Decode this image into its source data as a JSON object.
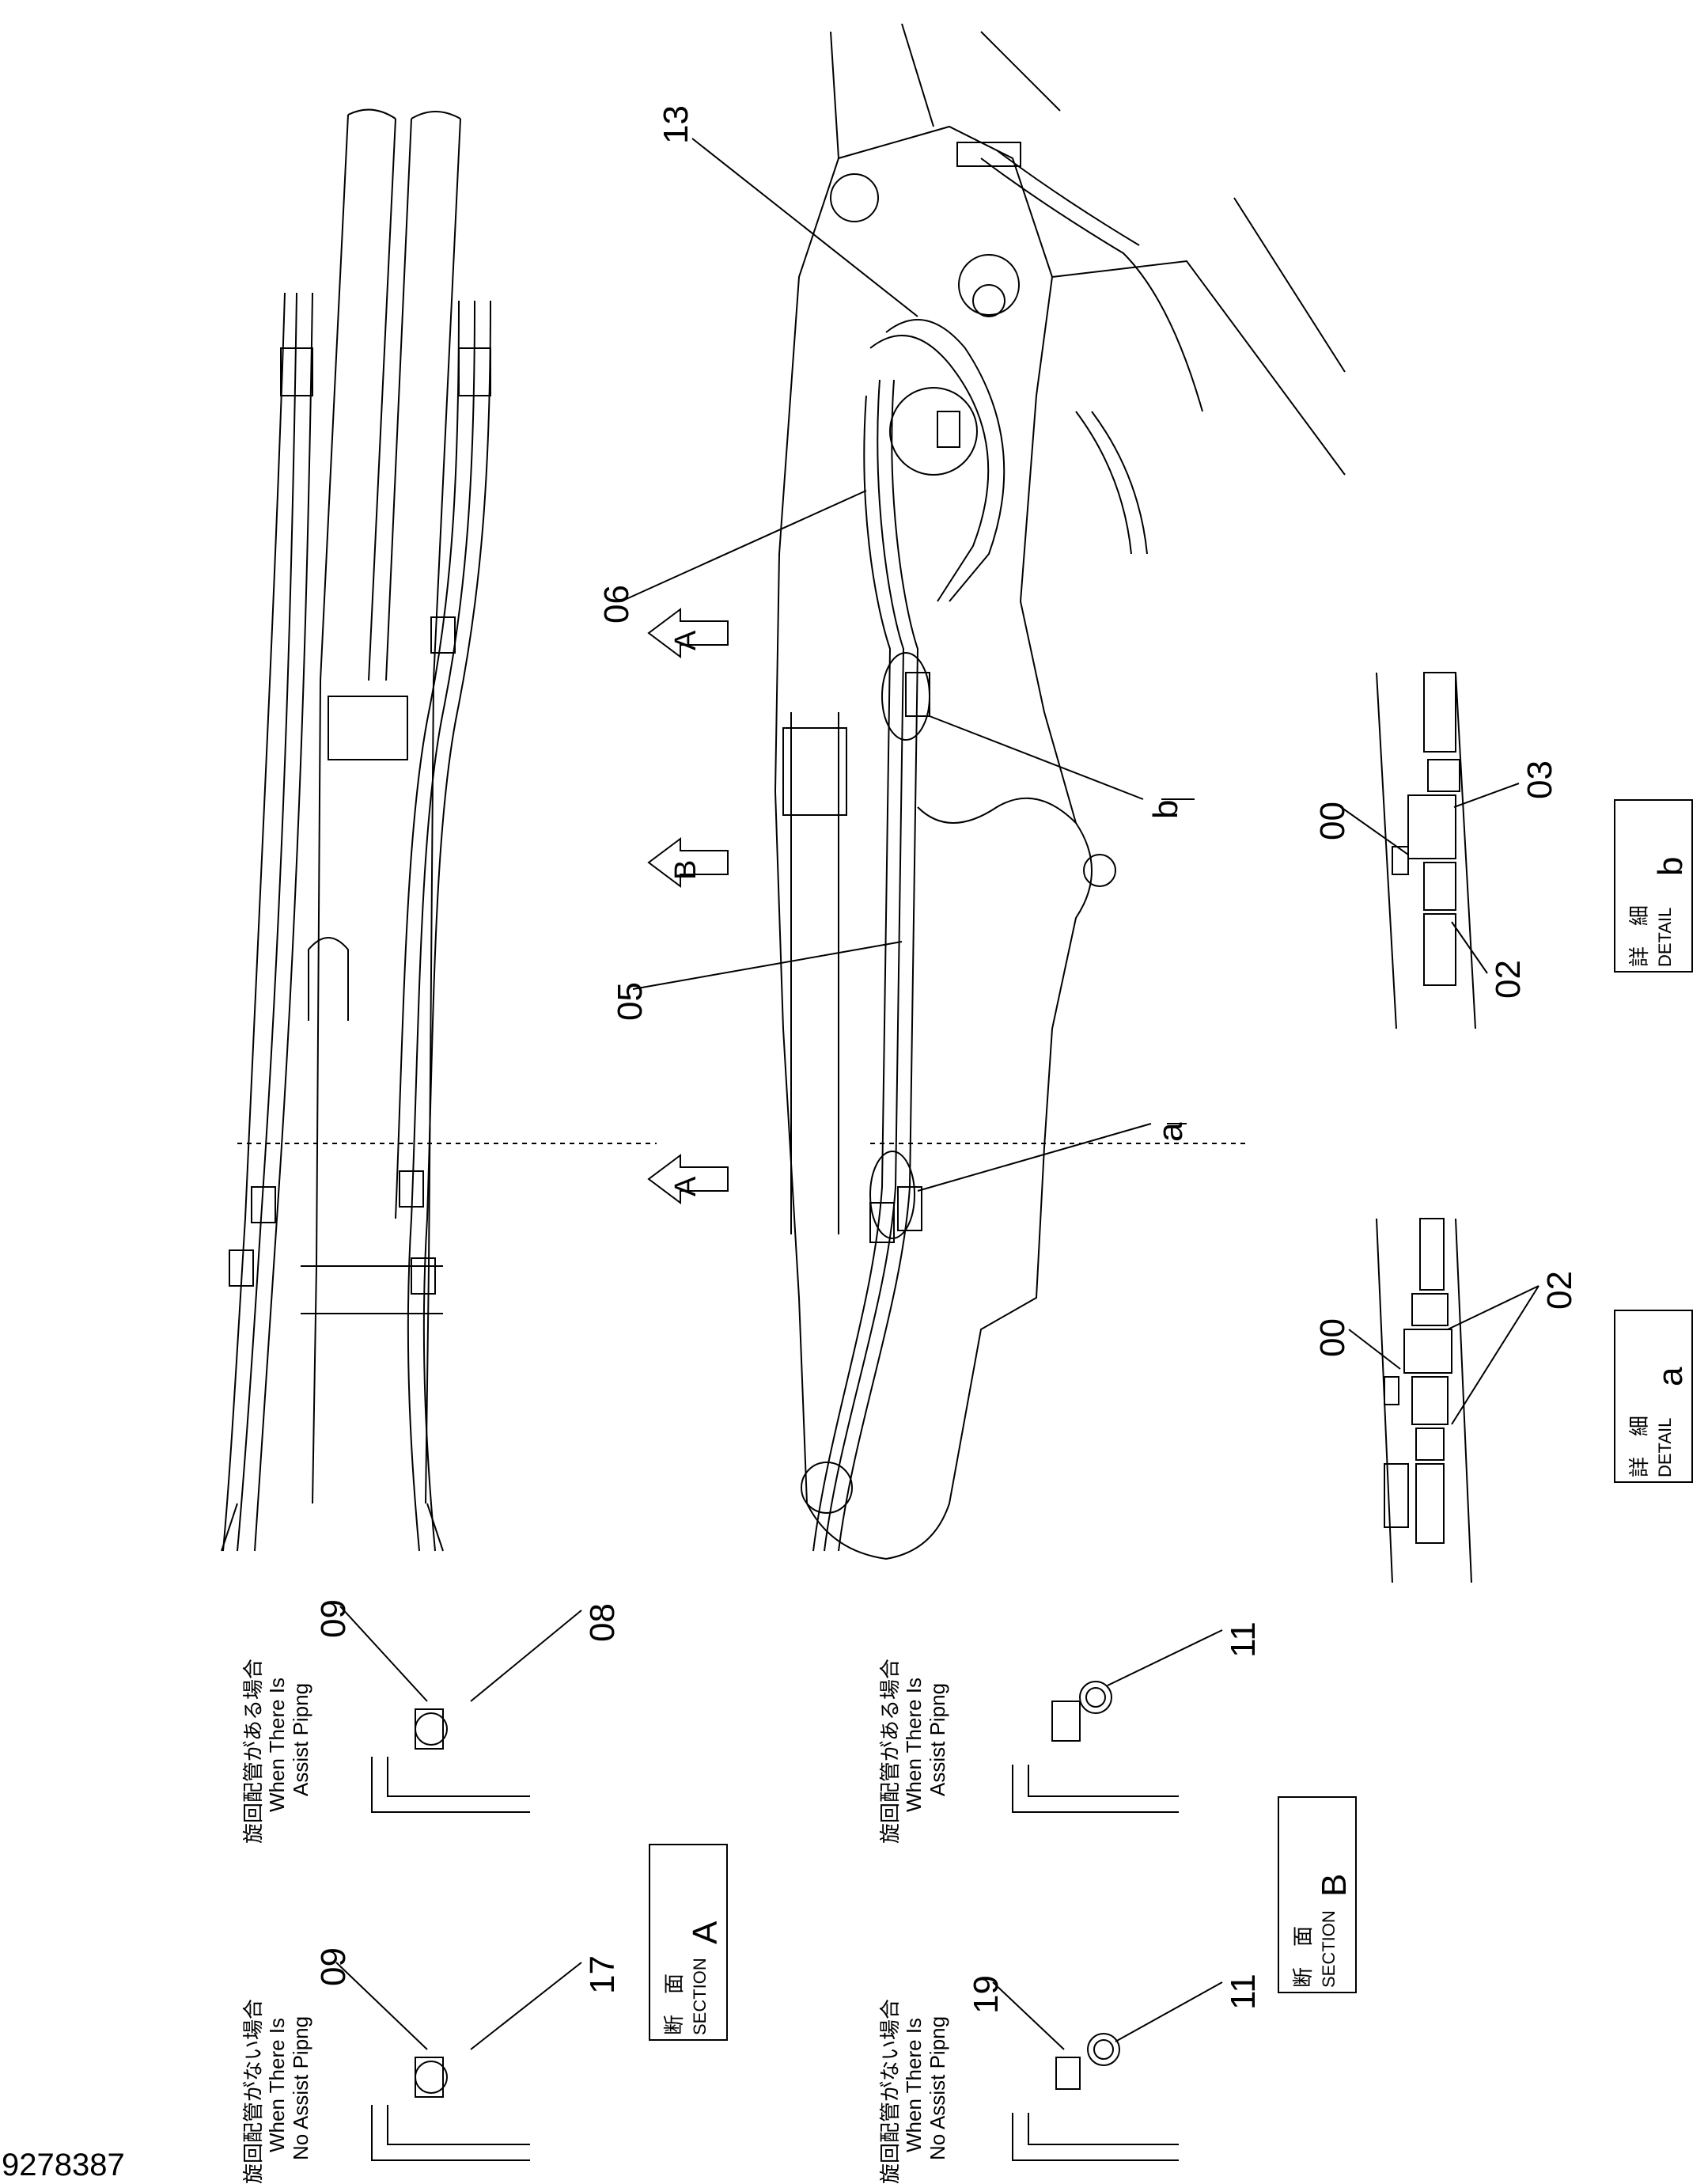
{
  "drawing_number": "9278387",
  "callouts": {
    "c13": "13",
    "c06": "06",
    "c05": "05",
    "det_a_leader": "a",
    "det_b_leader": "b",
    "det_a_00": "00",
    "det_a_02": "02",
    "det_b_00": "00",
    "det_b_02": "02",
    "det_b_03": "03",
    "secA_with_09": "09",
    "secA_with_08": "08",
    "secA_without_09": "09",
    "secA_without_17": "17",
    "secB_with_11": "11",
    "secB_without_19": "19",
    "secB_without_11": "11"
  },
  "view_arrows": {
    "arrow_a_upper": "A",
    "arrow_b": "B",
    "arrow_a_lower": "A"
  },
  "detail_a": {
    "jp": "詳　細",
    "en": "DETAIL",
    "letter": "a"
  },
  "detail_b": {
    "jp": "詳　細",
    "en": "DETAIL",
    "letter": "b"
  },
  "section_a": {
    "jp": "断　面",
    "en": "SECTION",
    "letter": "A"
  },
  "section_b": {
    "jp": "断　面",
    "en": "SECTION",
    "letter": "B"
  },
  "notes": {
    "with_assist_jp": "旋回配管がある場合",
    "with_assist_en1": "When There Is",
    "with_assist_en2": "Assist Pipng",
    "without_assist_jp": "旋回配管がない場合",
    "without_assist_en1": "When There Is",
    "without_assist_en2": "No Assist Pipng"
  },
  "colors": {
    "line": "#000000",
    "background": "#ffffff"
  }
}
